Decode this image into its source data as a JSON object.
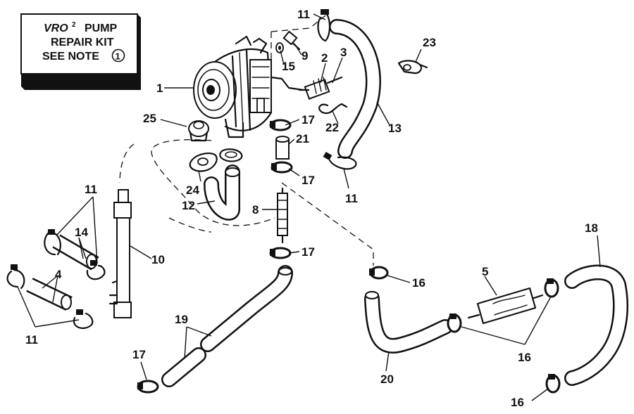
{
  "note": {
    "brand": "VRO",
    "superscript": "2",
    "pump_word": "PUMP",
    "line2": "REPAIR KIT",
    "line3_prefix": "SEE NOTE",
    "circled": "1"
  },
  "callouts": {
    "c1": "1",
    "c2": "2",
    "c3": "3",
    "c4": "4",
    "c5": "5",
    "c8": "8",
    "c9": "9",
    "c10": "10",
    "c11_top": "11",
    "c11_right": "11",
    "c11_left": "11",
    "c11_bottom": "11",
    "c12": "12",
    "c13": "13",
    "c14": "14",
    "c15": "15",
    "c16_a": "16",
    "c16_b": "16",
    "c16_c": "16",
    "c17_a": "17",
    "c17_b": "17",
    "c17_c": "17",
    "c17_d": "17",
    "c18": "18",
    "c19": "19",
    "c20": "20",
    "c21": "21",
    "c22": "22",
    "c23": "23",
    "c24": "24",
    "c25": "25"
  },
  "colors": {
    "ink": "#111111",
    "paper": "#ffffff"
  }
}
